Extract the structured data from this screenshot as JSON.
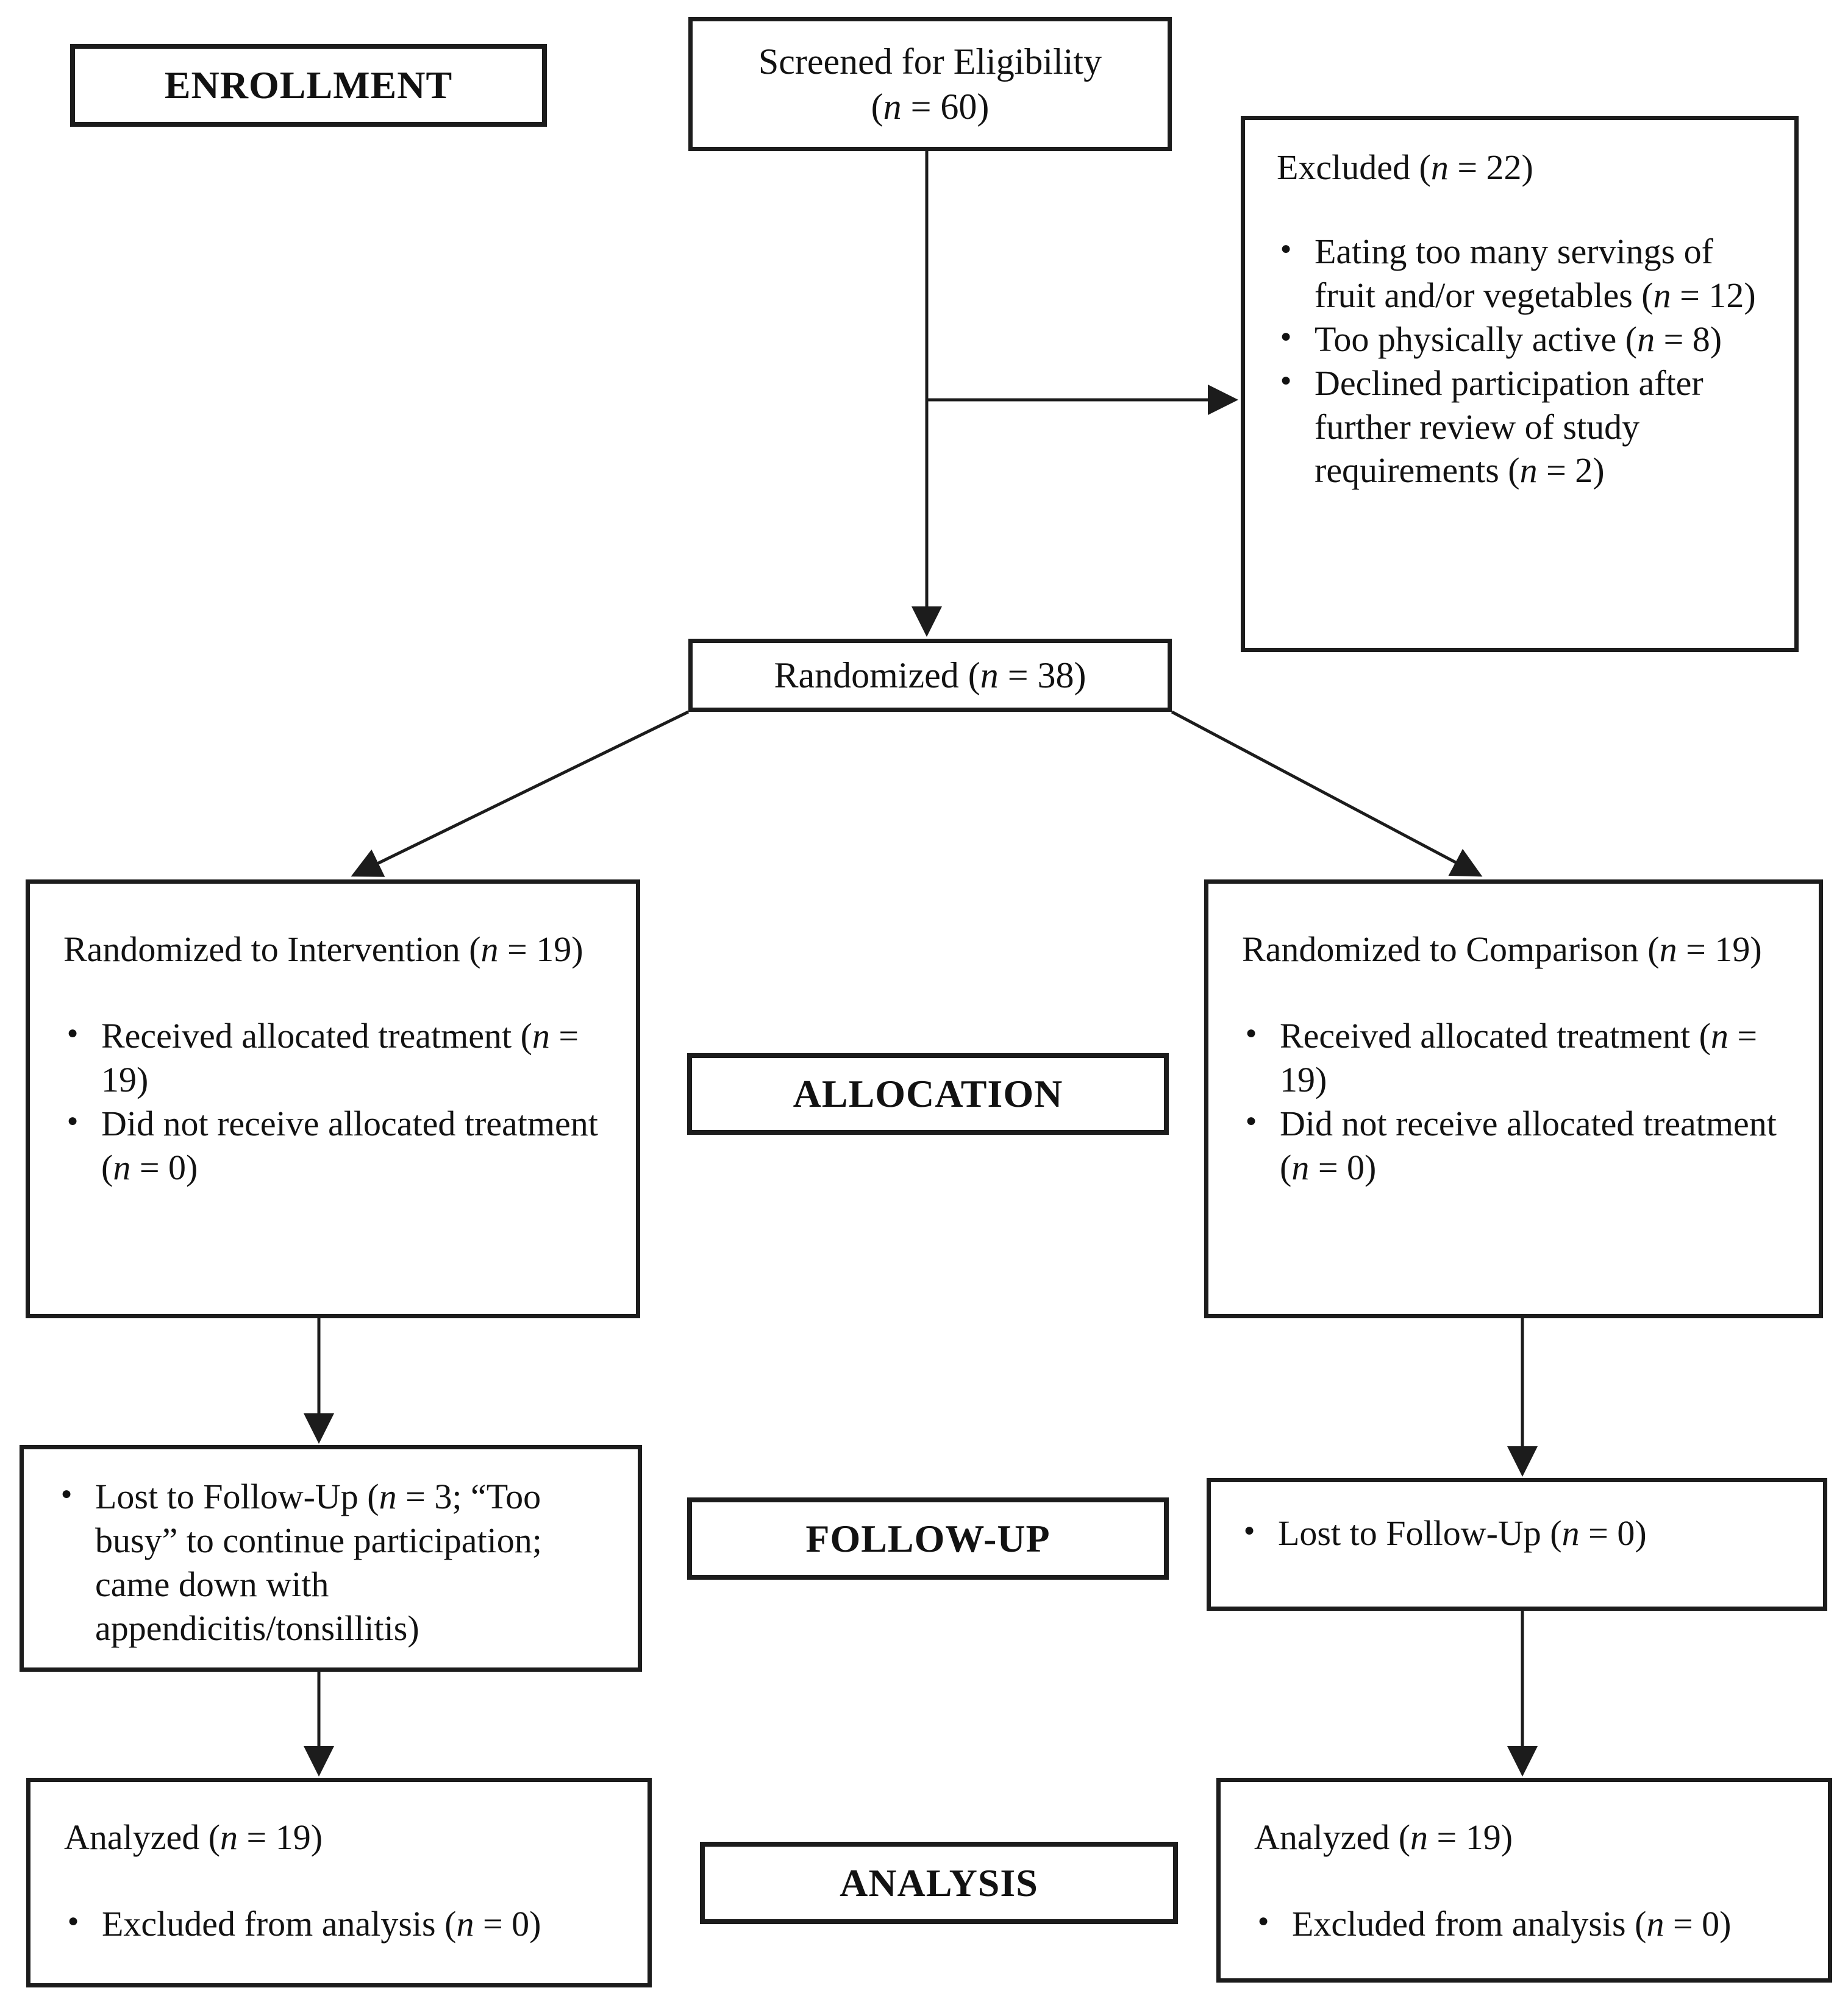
{
  "diagram": {
    "title_hint": "CONSORT participant flow diagram",
    "colors": {
      "border": "#1c1c1c",
      "background": "#ffffff",
      "text": "#121212"
    },
    "stages": {
      "enrollment": "ENROLLMENT",
      "allocation": "ALLOCATION",
      "followup": "FOLLOW-UP",
      "analysis": "ANALYSIS"
    },
    "boxes": {
      "screened": {
        "line1": "Screened for Eligibility",
        "line2": "(n = 60)"
      },
      "excluded": {
        "title": "Excluded (n = 22)",
        "bullets": [
          "Eating too many servings of fruit and/or vegetables (n = 12)",
          "Too physically active (n = 8)",
          "Declined participation after further review of study requirements (n = 2)"
        ]
      },
      "randomized": {
        "text": "Randomized (n = 38)"
      },
      "intervention": {
        "title": "Randomized to Intervention (n = 19)",
        "bullets": [
          "Received allocated treatment (n = 19)",
          "Did not receive allocated treatment (n = 0)"
        ]
      },
      "comparison": {
        "title": "Randomized to Comparison (n = 19)",
        "bullets": [
          "Received allocated treatment (n = 19)",
          "Did not receive allocated treatment (n = 0)"
        ]
      },
      "followup_intervention": {
        "bullets": [
          "Lost to Follow-Up (n = 3; “Too busy” to continue participation; came down with appendicitis/tonsillitis)"
        ]
      },
      "followup_comparison": {
        "bullets": [
          "Lost to Follow-Up (n = 0)"
        ]
      },
      "analysis_intervention": {
        "title": "Analyzed (n = 19)",
        "bullets": [
          "Excluded from analysis (n = 0)"
        ]
      },
      "analysis_comparison": {
        "title": "Analyzed (n = 19)",
        "bullets": [
          "Excluded from analysis (n = 0)"
        ]
      }
    }
  }
}
